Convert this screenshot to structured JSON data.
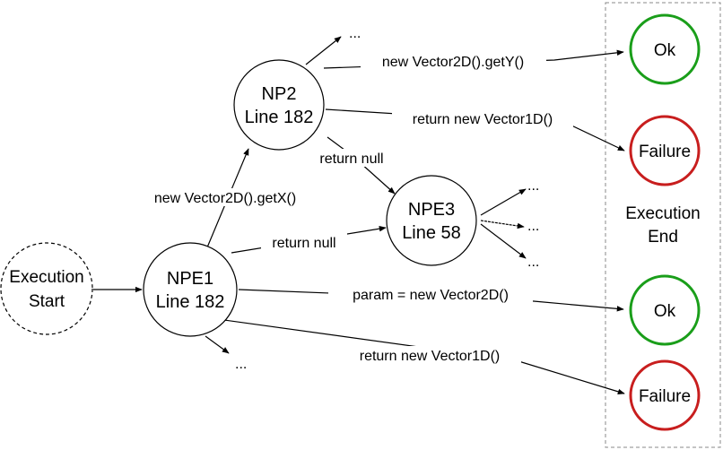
{
  "nodes": {
    "start": {
      "lines": [
        "Execution",
        "Start"
      ]
    },
    "npe1": {
      "lines": [
        "NPE1",
        "Line 182"
      ]
    },
    "np2": {
      "lines": [
        "NP2",
        "Line 182"
      ]
    },
    "npe3": {
      "lines": [
        "NPE3",
        "Line 58"
      ]
    }
  },
  "ends": {
    "ok_top": {
      "label": "Ok",
      "status": "ok"
    },
    "failure_top": {
      "label": "Failure",
      "status": "failure"
    },
    "ok_bottom": {
      "label": "Ok",
      "status": "ok"
    },
    "failure_bottom": {
      "label": "Failure",
      "status": "failure"
    }
  },
  "end_region": {
    "lines": [
      "Execution",
      "End"
    ]
  },
  "edges": {
    "npe1_to_np2": "new Vector2D().getX()",
    "np2_to_ok": "new Vector2D().getY()",
    "np2_to_failure": "return new Vector1D()",
    "np2_to_npe3": "return null",
    "npe1_to_npe3": "return null",
    "npe1_to_ok": "param = new Vector2D()",
    "npe1_to_failure": "return new Vector1D()"
  },
  "ellipsis": "...",
  "colors": {
    "ok": "#1a9e1a",
    "failure": "#c81e1e",
    "line": "#000000",
    "region_border": "#8a8a8a"
  }
}
